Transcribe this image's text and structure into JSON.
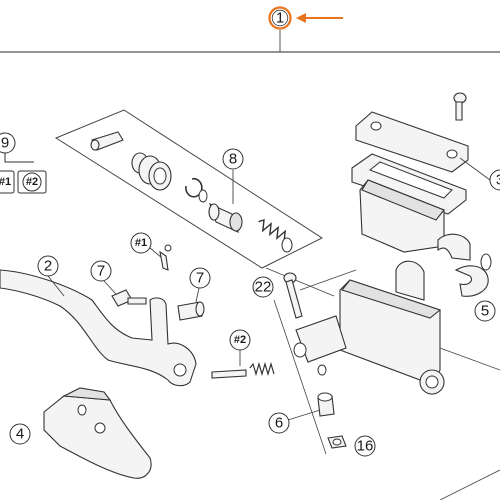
{
  "colors": {
    "accent": "#e8731e",
    "line": "#333333",
    "frame": "#555555"
  },
  "callouts": {
    "main": "1",
    "c2": "2",
    "c3": "3",
    "c4": "4",
    "c5": "5",
    "c6": "6",
    "c7a": "7",
    "c7b": "7",
    "c8": "8",
    "c9": "9",
    "c16": "16",
    "c22": "22",
    "h1a": "#1",
    "h2a": "#2",
    "h1b": "#1",
    "h2b": "#2"
  }
}
